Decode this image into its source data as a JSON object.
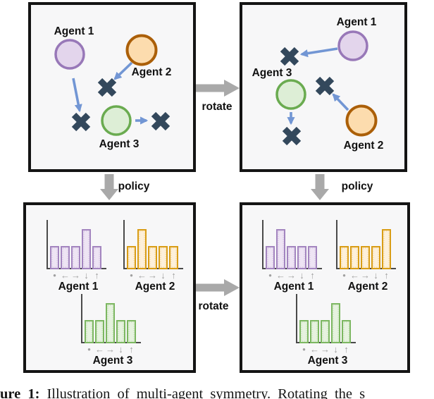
{
  "caption": {
    "bold": "ure 1:",
    "text": "Illustration of multi-agent symmetry. Rotating the s"
  },
  "connectors": {
    "rotate": "rotate",
    "policy": "policy"
  },
  "agents": {
    "agent1": "Agent 1",
    "agent2": "Agent 2",
    "agent3": "Agent 3"
  },
  "colors": {
    "panel_bg": "#f7f7f8",
    "panel_border": "#141414",
    "axis": "#4a4a4a",
    "x_marker": "#33485c",
    "move_arrow": "#7296d4",
    "gray_arrow": "#a9a9a9",
    "icon_gray": "#a0a0a0",
    "purple": {
      "stroke": "#9878b8",
      "fill": "#e3d5ec",
      "bar_stroke": "#a385bf",
      "bar_fill": "#eee4f4"
    },
    "orange": {
      "stroke": "#ab5f08",
      "fill": "#fcdcae",
      "bar_stroke": "#d99d16",
      "bar_fill": "#fdf0da"
    },
    "green": {
      "stroke": "#6aab50",
      "fill": "#ddeed6",
      "bar_stroke": "#7cb761",
      "bar_fill": "#e6f2df"
    }
  },
  "action_glyphs": {
    "stay": "●",
    "left": "←",
    "right": "→",
    "down": "↓",
    "up": "↑"
  },
  "policy_panels": {
    "left": {
      "charts": [
        {
          "agent": "Agent 1",
          "palette": "purple",
          "actions": [
            "stay",
            "left",
            "right",
            "down",
            "up"
          ],
          "values": [
            0.56,
            0.56,
            0.56,
            1,
            0.56
          ]
        },
        {
          "agent": "Agent 2",
          "palette": "orange",
          "actions": [
            "stay",
            "left",
            "right",
            "down",
            "up"
          ],
          "values": [
            0.56,
            1,
            0.56,
            0.56,
            0.56
          ]
        },
        {
          "agent": "Agent 3",
          "palette": "green",
          "actions": [
            "stay",
            "left",
            "right",
            "down",
            "up"
          ],
          "values": [
            0.56,
            0.56,
            1,
            0.56,
            0.56
          ]
        }
      ]
    },
    "right": {
      "charts": [
        {
          "agent": "Agent 1",
          "palette": "purple",
          "actions": [
            "stay",
            "left",
            "right",
            "down",
            "up"
          ],
          "values": [
            0.56,
            1,
            0.56,
            0.56,
            0.56
          ]
        },
        {
          "agent": "Agent 2",
          "palette": "orange",
          "actions": [
            "stay",
            "left",
            "right",
            "down",
            "up"
          ],
          "values": [
            0.56,
            0.56,
            0.56,
            0.56,
            1
          ]
        },
        {
          "agent": "Agent 3",
          "palette": "green",
          "actions": [
            "stay",
            "left",
            "right",
            "down",
            "up"
          ],
          "values": [
            0.56,
            0.56,
            0.56,
            1,
            0.56
          ]
        }
      ]
    }
  }
}
